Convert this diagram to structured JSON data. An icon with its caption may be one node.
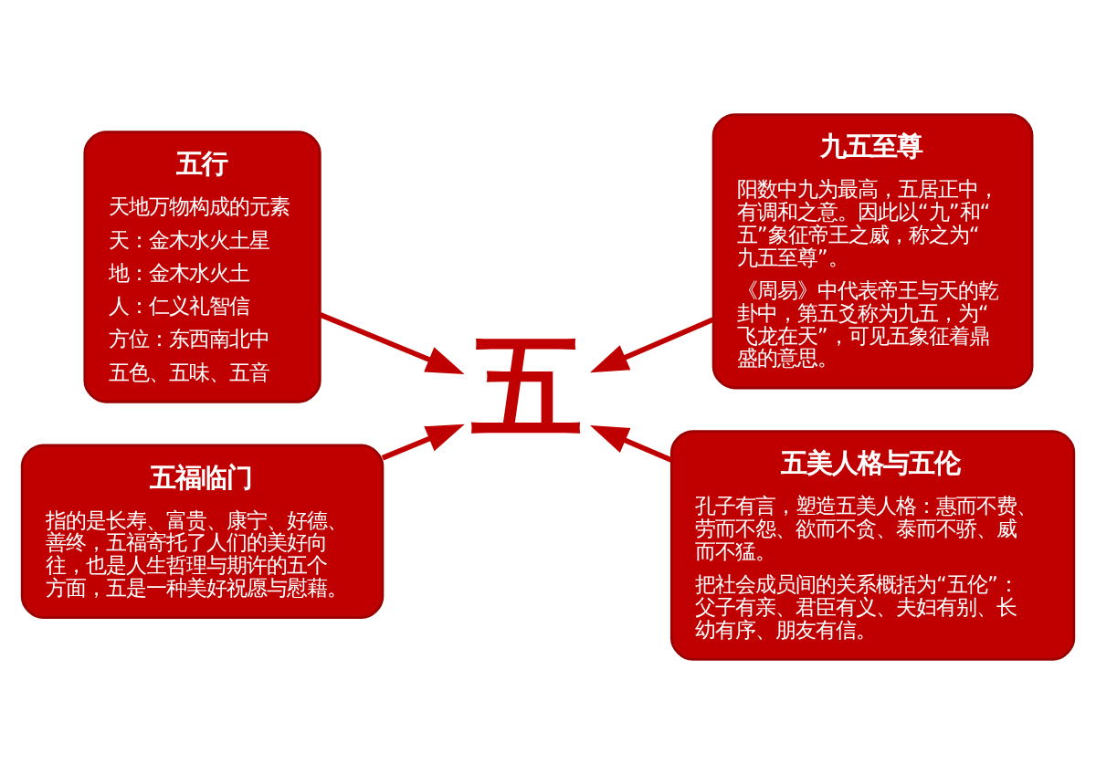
{
  "diagram": {
    "nodes": [
      {
        "text": [
          "五行",
          "天地万物构成的元素",
          "天：金木水火土星",
          "地：金木水火土",
          "人：仁义礼智信",
          "方位：东西南北中",
          "五色、五味、五音"
        ]
      },
      {
        "text": [
          "九五至尊",
          "阳数中九为最高，五居正中，有调和之意。因此以“九”和“五”象征帝王之威，称之为“九五至尊”。",
          "《周易》中代表帝王与天的乾卦中，第五爻称为九五，为“飞龙在天”，可见五象征着鼎盛的意思。"
        ]
      },
      {
        "text": [
          "五"
        ]
      },
      {
        "text": [
          "五福临门",
          "指的是长寿、富贵、康宁、好德、善终，五福寄托了人们的美好向往，也是人生哲理与期许的五个方面，五是一种美好祝愿与慰藉。"
        ]
      },
      {
        "text": [
          "五美人格与五伦",
          "孔子有言，塑造五美人格：惠而不费、劳而不怨、欲而不贪、泰而不骄、威而不猛。",
          "把社会成员间的关系概括为“五伦”：父子有亲、君臣有义、夫妇有别、长幼有序、朋友有信。"
        ]
      }
    ],
    "edges": [
      {
        "from": 0,
        "to": 2,
        "arrow": "to"
      },
      {
        "from": 1,
        "to": 2,
        "arrow": "to"
      },
      {
        "from": 3,
        "to": 2,
        "arrow": "to"
      },
      {
        "from": 4,
        "to": 2,
        "arrow": "to"
      }
    ]
  }
}
